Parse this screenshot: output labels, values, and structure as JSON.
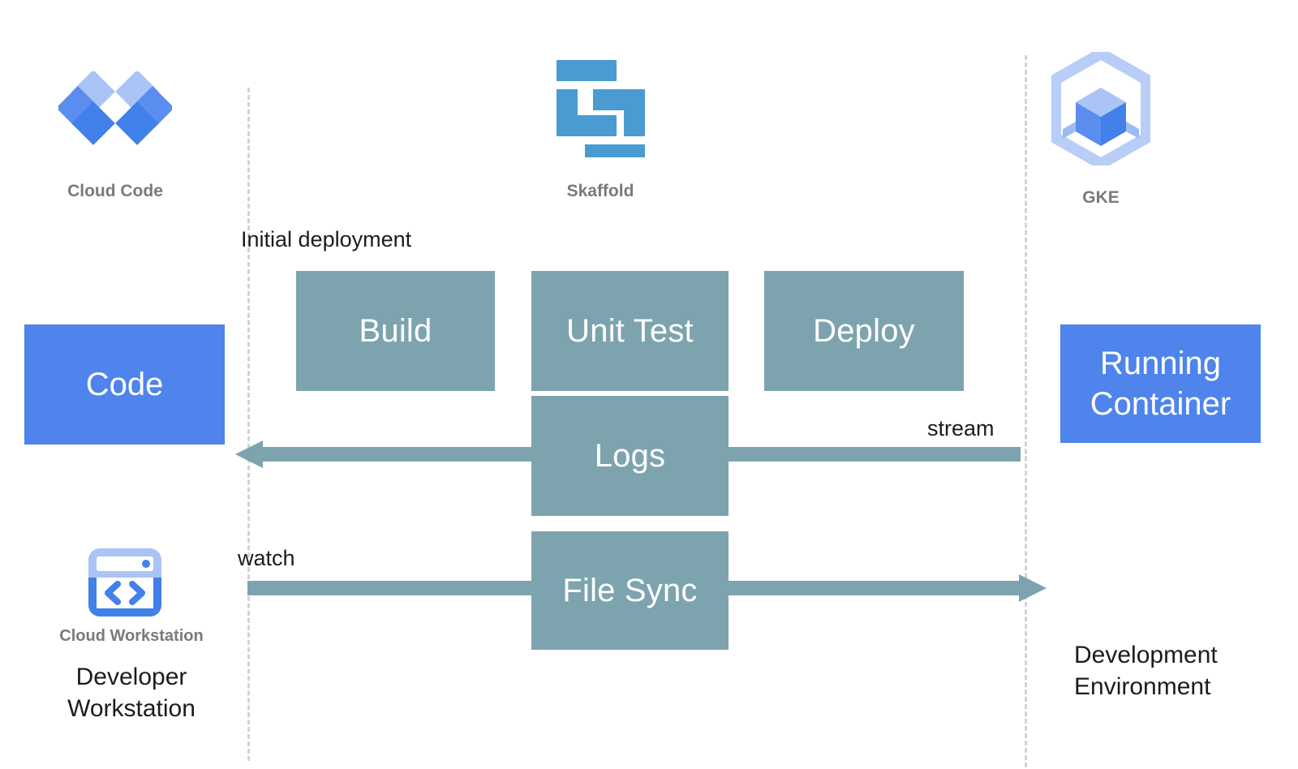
{
  "diagram": {
    "title": "Skaffold development loop with Cloud Code, Cloud Workstation and GKE",
    "colors": {
      "stage_box": "#7da4ae",
      "endpoint_box": "#4e84ec",
      "dashed_line": "#cfd3d6",
      "label_text": "#1c1c1c",
      "logo_caption": "#7a7a7a"
    }
  },
  "logos": [
    {
      "id": "cloud-code",
      "icon": "cloud-code-icon",
      "caption": "Cloud Code"
    },
    {
      "id": "skaffold",
      "icon": "skaffold-icon",
      "caption": "Skaffold"
    },
    {
      "id": "gke",
      "icon": "gke-icon",
      "caption": "GKE"
    },
    {
      "id": "cloud-workstation",
      "icon": "cloud-workstation-icon",
      "caption": "Cloud Workstation"
    }
  ],
  "endpoints": {
    "left": {
      "label": "Code"
    },
    "right": {
      "label": "Running\nContainer"
    }
  },
  "stages": [
    {
      "id": "build",
      "label": "Build"
    },
    {
      "id": "unit-test",
      "label": "Unit Test"
    },
    {
      "id": "deploy",
      "label": "Deploy"
    },
    {
      "id": "logs",
      "label": "Logs"
    },
    {
      "id": "file-sync",
      "label": "File Sync"
    }
  ],
  "flow_labels": {
    "initial_deployment": "Initial deployment",
    "watch": "watch",
    "stream": "stream"
  },
  "zones": {
    "left": {
      "label": "Developer\nWorkstation"
    },
    "right": {
      "label": "Development\nEnvironment"
    }
  },
  "arrows": [
    {
      "id": "logs-arrow",
      "direction": "left",
      "label": "stream"
    },
    {
      "id": "file-sync-arrow",
      "direction": "right",
      "label": "watch"
    }
  ]
}
